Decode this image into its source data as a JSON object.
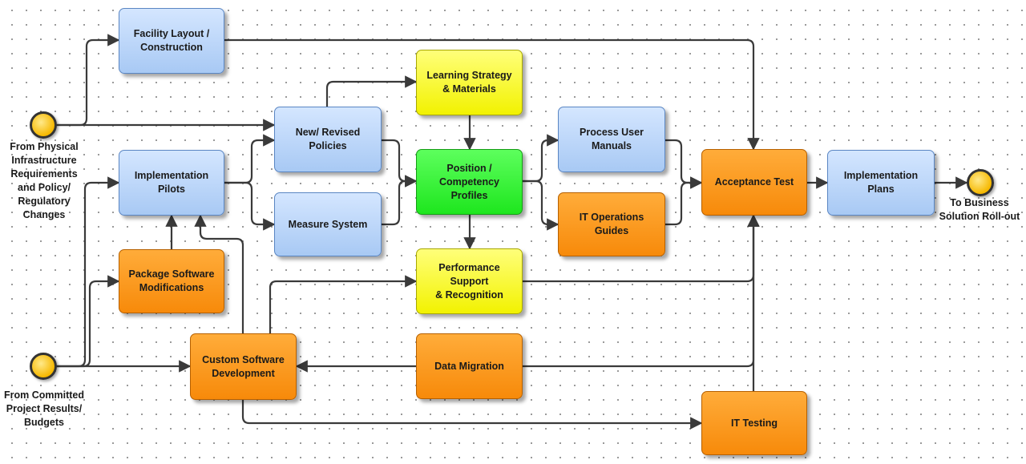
{
  "nodes": {
    "facility_layout": "Facility Layout /\nConstruction",
    "new_revised_policies": "New/ Revised\nPolicies",
    "implementation_pilots": "Implementation\nPilots",
    "measure_system": "Measure System",
    "package_software_modifications": "Package Software\nModifications",
    "custom_software_development": "Custom Software\nDevelopment",
    "learning_strategy": "Learning Strategy\n& Materials",
    "position_competency_profiles": "Position /\nCompetency Profiles",
    "performance_support": "Performance Support\n& Recognition",
    "data_migration": "Data Migration",
    "process_user_manuals": "Process User\nManuals",
    "it_operations_guides": "IT  Operations Guides",
    "acceptance_test": "Acceptance Test",
    "it_testing": "IT Testing",
    "implementation_plans": "Implementation\nPlans"
  },
  "events": {
    "from_physical": "From Physical\nInfrastructure\nRequirements\nand Policy/\nRegulatory\nChanges",
    "from_committed": "From Committed\nProject Results/\nBudgets",
    "to_business": "To Business\nSolution Roll-out"
  },
  "colors": {
    "blue": "#a8c9f4",
    "yellow": "#f2f200",
    "green": "#1ee61e",
    "orange": "#f78a0a",
    "event": "#f6b800",
    "connector": "#3a3a3a"
  }
}
